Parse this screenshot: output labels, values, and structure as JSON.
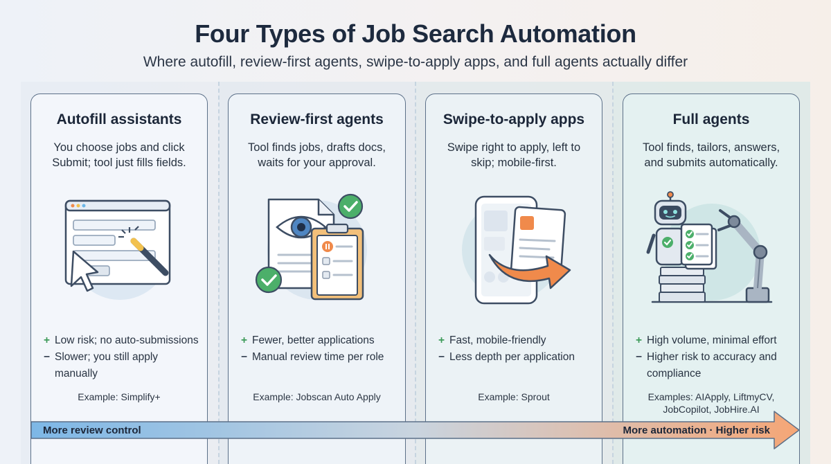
{
  "header": {
    "title": "Four Types of Job Search Automation",
    "subtitle": "Where autofill, review-first agents, swipe-to-apply apps, and full agents actually differ"
  },
  "cards": [
    {
      "title": "Autofill assistants",
      "description": "You choose jobs and click Submit; tool just fills fields.",
      "pro": "Low risk; no auto-submissions",
      "con": "Slower; you still apply manually",
      "example": "Example: Simplify+"
    },
    {
      "title": "Review-first agents",
      "description": "Tool finds jobs, drafts docs, waits for your approval.",
      "pro": "Fewer, better applications",
      "con": "Manual review time per role",
      "example": "Example: Jobscan Auto Apply"
    },
    {
      "title": "Swipe-to-apply apps",
      "description": "Swipe right to apply, left to skip; mobile-first.",
      "pro": "Fast, mobile-friendly",
      "con": "Less depth per application",
      "example": "Example: Sprout"
    },
    {
      "title": "Full agents",
      "description": "Tool finds, tailors, answers, and submits automatically.",
      "pro": "High volume, minimal effort",
      "con": "Higher risk to accuracy and compliance",
      "example": "Examples: AIApply, LiftmyCV, JobCopilot, JobHire.AI"
    }
  ],
  "symbols": {
    "plus": "+",
    "minus": "−"
  },
  "spectrum": {
    "left_label": "More review control",
    "right_label": "More automation · Higher risk"
  },
  "icons": {
    "card1": "browser-form-cursor-wand-icon",
    "card2": "document-eye-clipboard-checkmarks-icon",
    "card3": "phone-swipe-arrow-icon",
    "card4": "robot-arm-documents-icon"
  },
  "colors": {
    "plus": "#3e9b5a",
    "arrow_start": "#7db7e6",
    "arrow_end": "#f5a676",
    "check_green": "#4caf6a",
    "accent_orange": "#f08a4b"
  }
}
